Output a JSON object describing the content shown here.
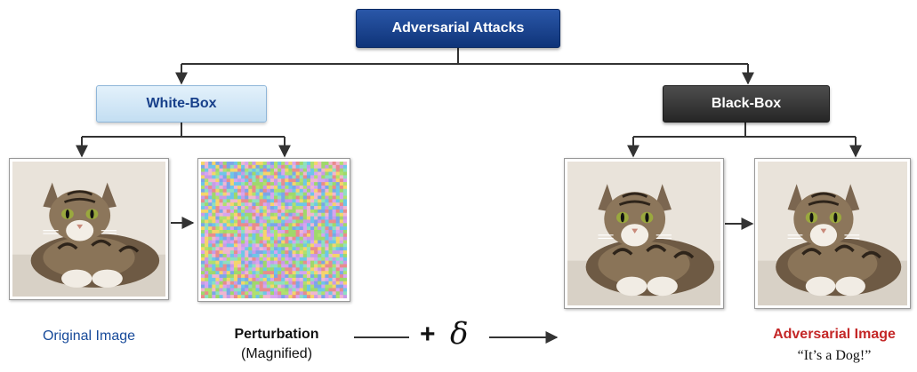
{
  "root": {
    "label": "Adversarial Attacks"
  },
  "white_box": {
    "label": "White-Box"
  },
  "black_box": {
    "label": "Black-Box"
  },
  "captions": {
    "original": "Original Image",
    "perturbation_title": "Perturbation",
    "perturbation_sub": "(Magnified)",
    "adversarial_title": "Adversarial Image",
    "adversarial_quote": "“It’s a Dog!”"
  },
  "equation": {
    "plus": "+",
    "delta": "δ"
  },
  "colors": {
    "root_fill": "#123a82",
    "white_box_fill": "#d3e8f7",
    "black_box_fill": "#333333",
    "adversarial_caption": "#c42727",
    "original_caption": "#174a9a"
  },
  "images": {
    "cat_icon": "tabby-cat-photo",
    "noise_icon": "colored-noise-pattern"
  }
}
